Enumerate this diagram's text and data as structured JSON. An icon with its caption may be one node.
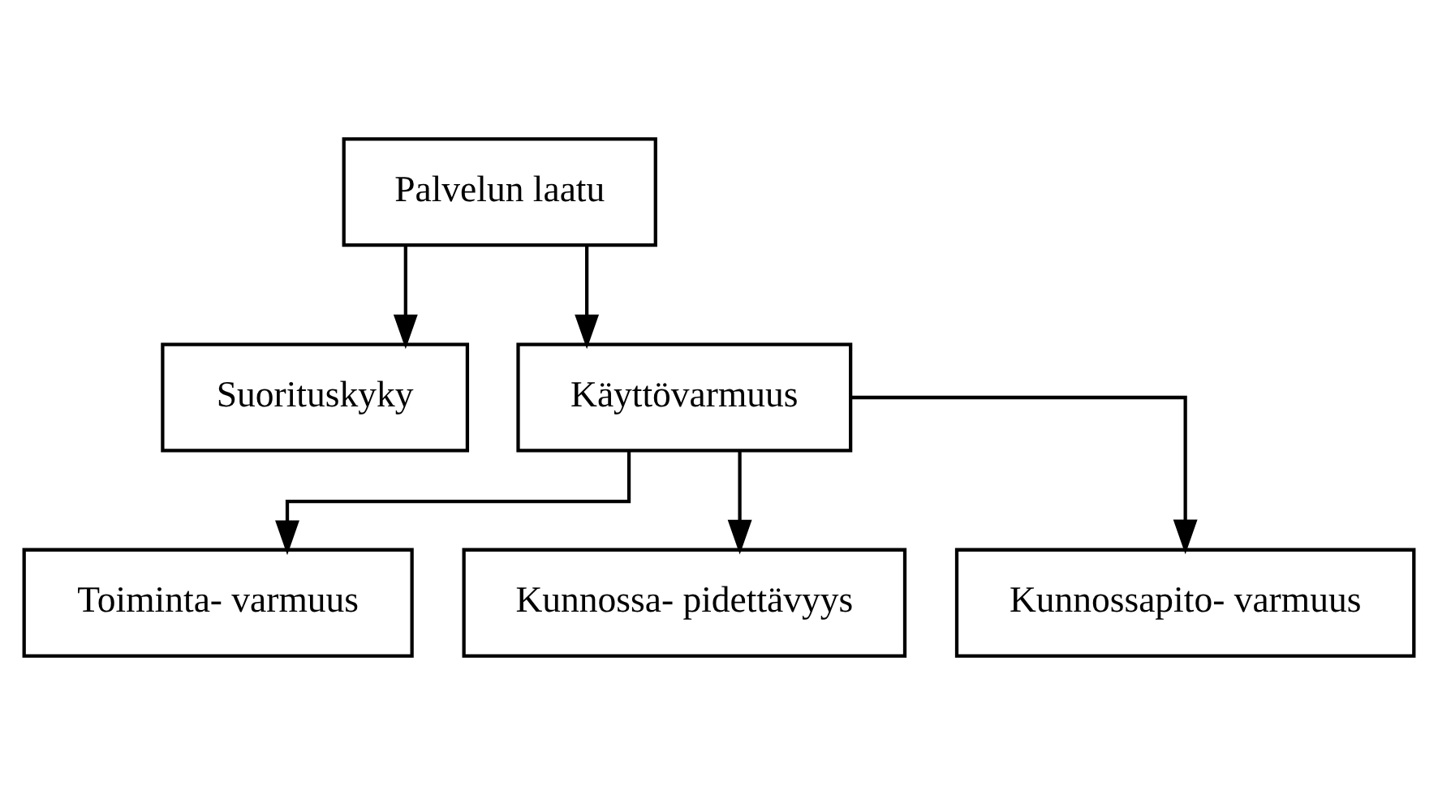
{
  "diagram": {
    "nodes": [
      {
        "text": [
          "Palvelun laatu"
        ]
      },
      {
        "text": [
          "Suorituskyky"
        ]
      },
      {
        "text": [
          "Käyttövarmuus"
        ]
      },
      {
        "text": [
          "Toiminta- varmuus"
        ]
      },
      {
        "text": [
          "Kunnossa- pidettävyys"
        ]
      },
      {
        "text": [
          "Kunnossapito- varmuus"
        ]
      }
    ],
    "edges": [
      {
        "from": 0,
        "to": 1,
        "arrow": "to"
      },
      {
        "from": 0,
        "to": 2,
        "arrow": "to"
      },
      {
        "from": 2,
        "to": 3,
        "arrow": "to"
      },
      {
        "from": 2,
        "to": 4,
        "arrow": "to"
      },
      {
        "from": 2,
        "to": 5,
        "arrow": "to"
      }
    ]
  }
}
